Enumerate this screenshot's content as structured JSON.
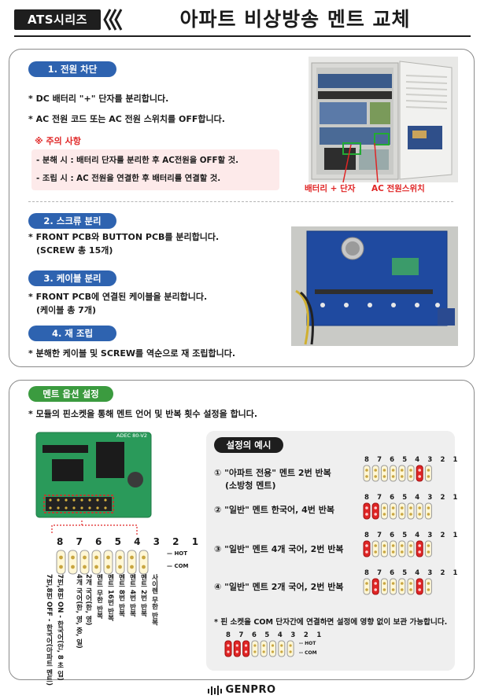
{
  "header": {
    "brand": "ATS시리즈",
    "title": "아파트 비상방송 멘트 교체"
  },
  "section1": {
    "pill": "1. 전원 차단",
    "lines": [
      "* DC 배터리 \"+\" 단자를 분리합니다.",
      "* AC 전원 코드 또는 AC 전원 스위치를 OFF합니다."
    ],
    "caution_title": "※ 주의 사항",
    "caution_lines": [
      "- 분해 시 : 배터리 단자를 분리한 후 AC전원을 OFF할 것.",
      "- 조립 시 : AC 전원을 연결한 후 배터리를 연결할 것."
    ],
    "photo_labels": [
      "배터리 + 단자",
      "AC 전원스위치"
    ]
  },
  "section2": {
    "pill": "2. 스크류 분리",
    "lines": [
      "* FRONT PCB와 BUTTON PCB를 분리합니다.",
      "(SCREW 총 15개)"
    ]
  },
  "section3": {
    "pill": "3. 케이블 분리",
    "lines": [
      "* FRONT PCB에 연결된 케이블을 분리합니다.",
      "(케이블 총 7개)"
    ]
  },
  "section4": {
    "pill": "4. 재 조립",
    "lines": [
      "* 분해한 케이블 및 SCREW를 역순으로 재 조립합니다."
    ]
  },
  "options": {
    "pill": "멘트 옵션 설정",
    "intro": "* 모듈의 핀소켓을 통해 멘트 언어 및 반복 횟수 설정을 합니다.",
    "board_label": "ADEC 80-V2",
    "pin_numbers": "8 7 6 5 4 3 2 1",
    "hot_label": "HOT",
    "com_label": "COM",
    "legend": [
      "7번,8번 ON  - 한국어(안, 8 초 입)",
      "7번,8번 OFF - 한국어(아파트 멘트)",
      "4개 국어(한, 영, 중, 일)",
      "2개 국어(한, 영)",
      "멘트 무한 반복",
      "멘트 16번 반복",
      "멘트 8번 반복",
      "멘트 4번 반복",
      "멘트 2번 반복",
      "사이렌 무한 반복"
    ]
  },
  "examples": {
    "pill": "설정의 예시",
    "items": [
      {
        "text": "① \"아파트 전용\" 멘트 2번 반복",
        "sub": "(소방청 멘트)",
        "on": [
          2
        ]
      },
      {
        "text": "② \"일반\" 멘트 한국어, 4번 반복",
        "sub": "",
        "on": [
          8,
          7
        ]
      },
      {
        "text": "③ \"일반\" 멘트 4개 국어, 2번 반복",
        "sub": "",
        "on": [
          8,
          2
        ]
      },
      {
        "text": "④ \"일반\" 멘트 2개 국어, 2번 반복",
        "sub": "",
        "on": [
          7,
          2
        ]
      }
    ],
    "pin_numbers": "8 7 6 5 4 3 2 1",
    "note": "* 핀 소켓을 COM 단자간에 연결하면 설정에 영향 없이 보관 가능합니다.",
    "storage_on": [
      8,
      7,
      6
    ],
    "hot_label": "HOT",
    "com_label": "COM"
  },
  "colors": {
    "blue_pill": "#2e63b0",
    "green_pill": "#3b9b3f",
    "red": "#e02525",
    "caution_bg": "#fdeaea"
  },
  "footer": {
    "logo": "GENPRO"
  }
}
